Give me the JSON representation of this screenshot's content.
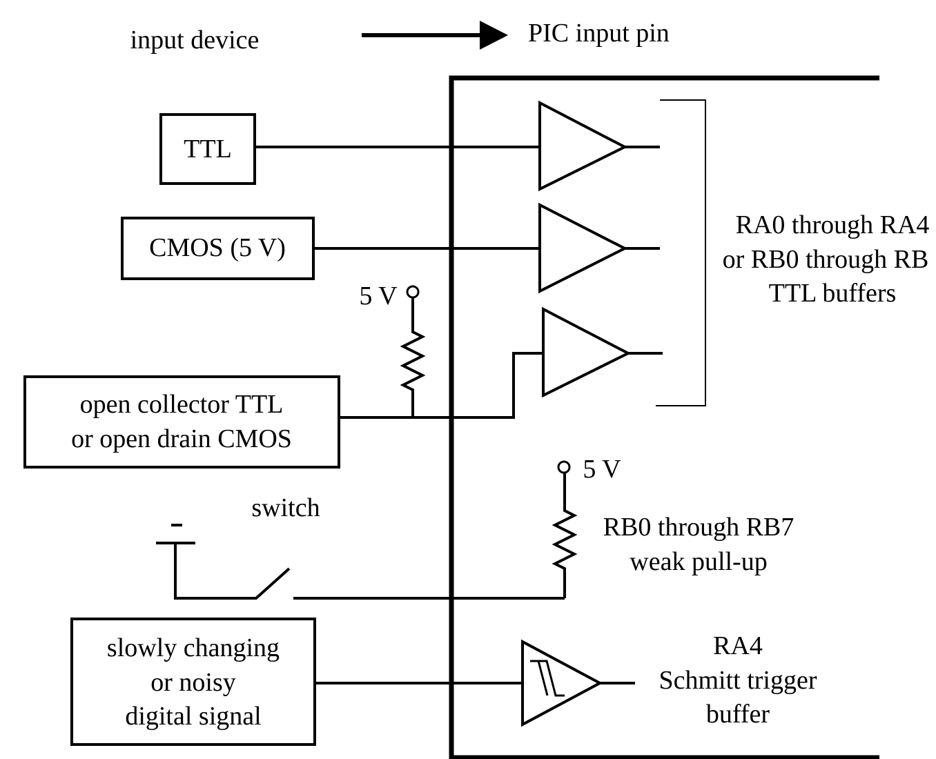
{
  "header": {
    "left_label": "input device",
    "right_label": "PIC input pin"
  },
  "devices": {
    "ttl": "TTL",
    "cmos": "CMOS (5 V)",
    "open_collector": [
      "open collector TTL",
      "or open drain CMOS"
    ],
    "switch": "switch",
    "slow_signal": [
      "slowly changing",
      "or noisy",
      "digital signal"
    ]
  },
  "supplies": {
    "pullup_supply": "5 V",
    "weak_pullup_supply": "5 V"
  },
  "buffers": {
    "ttl_buffers": [
      "RA0 through RA4",
      "or RB0 through RB",
      "TTL buffers"
    ],
    "weak_pullup": [
      "RB0 through RB7",
      "weak pull-up"
    ],
    "schmitt": [
      "RA4",
      "Schmitt trigger",
      "buffer"
    ]
  }
}
